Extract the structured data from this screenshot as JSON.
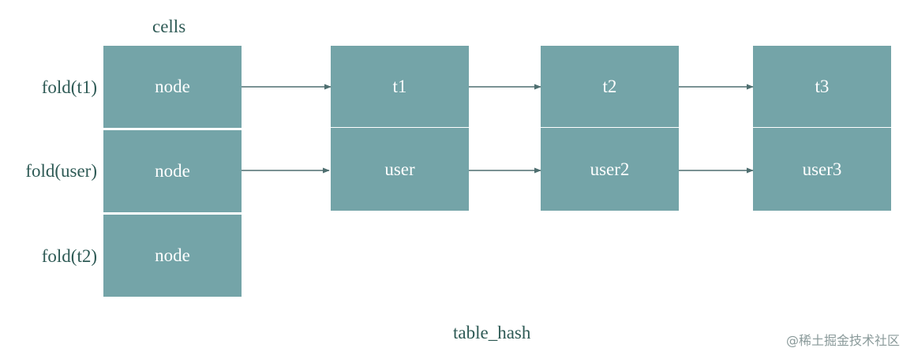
{
  "diagram": {
    "cells_title": "cells",
    "caption": "table_hash",
    "watermark": "@稀土掘金技术社区",
    "rows": [
      {
        "label": "fold(t1)",
        "cell": "node",
        "chain": [
          "t1",
          "t2",
          "t3"
        ]
      },
      {
        "label": "fold(user)",
        "cell": "node",
        "chain": [
          "user",
          "user2",
          "user3"
        ]
      },
      {
        "label": "fold(t2)",
        "cell": "node",
        "chain": []
      }
    ],
    "colors": {
      "box_fill": "#74a4a8",
      "box_text": "#ffffff",
      "label_text": "#2e5a55",
      "arrow": "#4f6f70"
    }
  }
}
